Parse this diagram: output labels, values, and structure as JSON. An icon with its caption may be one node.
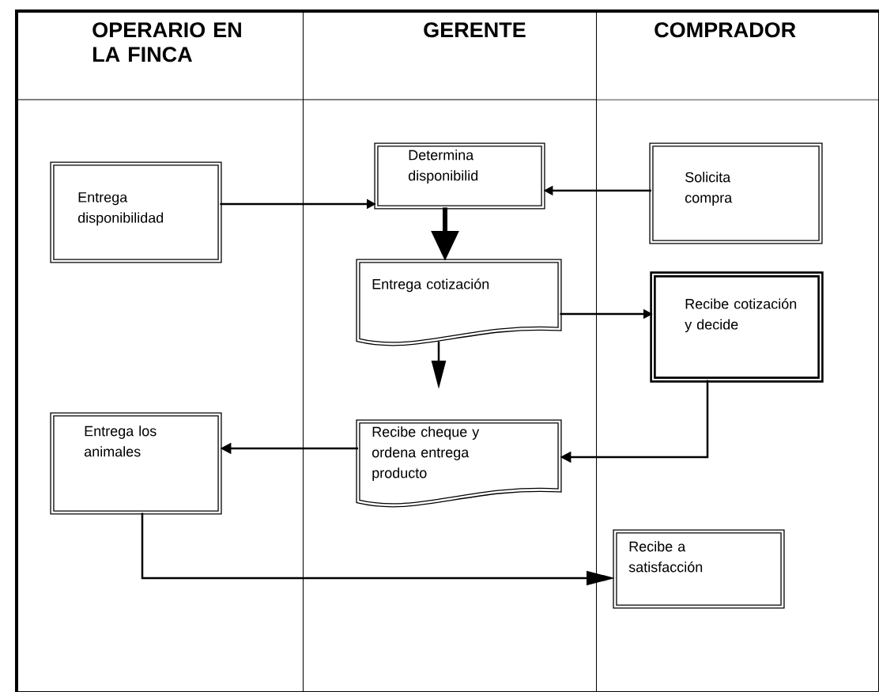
{
  "diagram": {
    "nodes": [
      {
        "text": [
          "OPERARIO EN LA FINCA"
        ]
      },
      {
        "text": [
          "GERENTE"
        ]
      },
      {
        "text": [
          "COMPRADOR"
        ]
      },
      {
        "text": [
          "Entrega disponibilidad"
        ],
        "in": 0
      },
      {
        "text": [
          "Determina disponibilid"
        ],
        "in": 1
      },
      {
        "text": [
          "Solicita compra"
        ],
        "in": 2
      },
      {
        "text": [
          "Entrega cotización"
        ],
        "in": 1
      },
      {
        "text": [
          "Recibe cotización y decide"
        ],
        "in": 2
      },
      {
        "text": [
          "Entrega los animales"
        ],
        "in": 0
      },
      {
        "text": [
          "Recibe cheque y ordena entrega producto"
        ],
        "in": 1
      },
      {
        "text": [
          "Recibe a satisfacción"
        ],
        "in": 2
      }
    ],
    "edges": [
      {
        "from": 3,
        "to": 4,
        "arrow": "to"
      },
      {
        "from": 5,
        "to": 4,
        "arrow": "to"
      },
      {
        "from": 4,
        "to": 6,
        "arrow": "to",
        "style": "thick"
      },
      {
        "from": 6,
        "to": 7,
        "arrow": "to"
      },
      {
        "from": 6,
        "to": null,
        "arrow": "to"
      },
      {
        "from": 7,
        "to": 9,
        "arrow": "to"
      },
      {
        "from": 9,
        "to": 8,
        "arrow": "to"
      },
      {
        "from": 8,
        "to": 10,
        "arrow": "to"
      }
    ]
  }
}
